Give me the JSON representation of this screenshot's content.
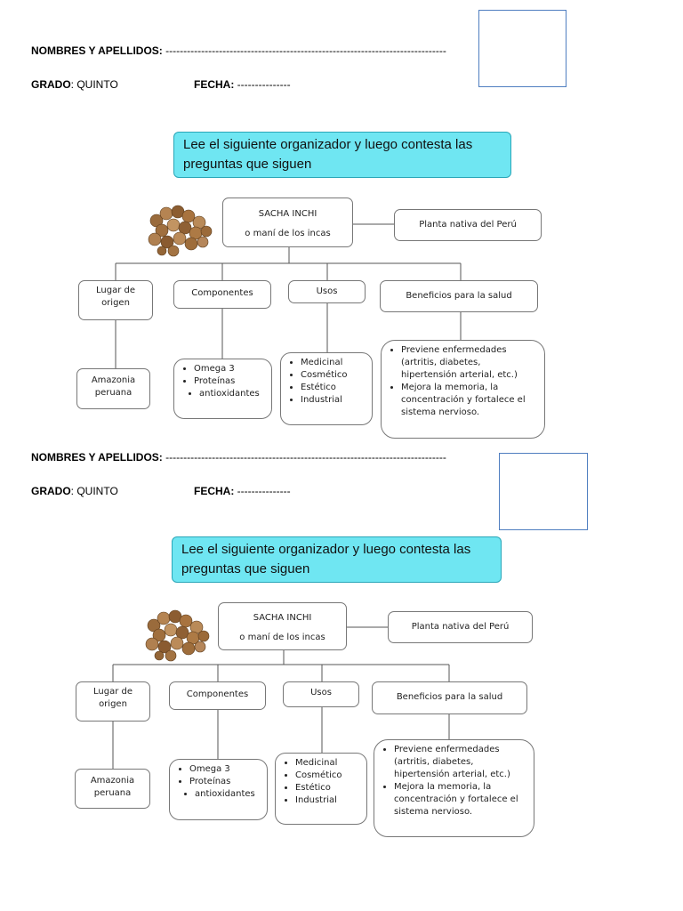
{
  "header": {
    "name_label": "NOMBRES Y APELLIDOS:",
    "name_dashes": "-------------------------------------------------------------------------------",
    "grade_label": "GRADO",
    "grade_value": ": QUINTO",
    "date_label": "FECHA:",
    "date_dashes": "---------------"
  },
  "instruction": "Lee el siguiente organizador y luego contesta las preguntas que siguen",
  "organizer": {
    "title_line1": "SACHA INCHI",
    "title_line2": "o maní de los incas",
    "native": "Planta nativa del Perú",
    "categories": [
      "Lugar de origen",
      "Componentes",
      "Usos",
      "Beneficios para la salud"
    ],
    "origin": "Amazonia peruana",
    "components": [
      "Omega 3",
      "Proteínas",
      "antioxidantes"
    ],
    "uses": [
      "Medicinal",
      "Cosmético",
      "Estético",
      "Industrial"
    ],
    "benefits": [
      "Previene enfermedades (artritis, diabetes, hipertensión arterial, etc.)",
      "Mejora la memoria, la concentración y fortalece el sistema nervioso."
    ]
  }
}
